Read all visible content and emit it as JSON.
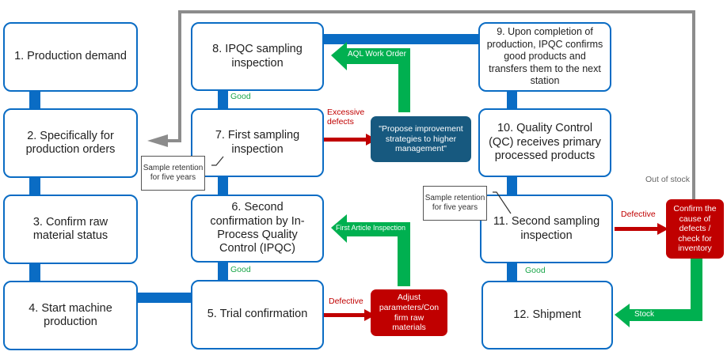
{
  "diagram": {
    "steps": [
      {
        "id": 1,
        "text": "1. Production demand"
      },
      {
        "id": 2,
        "text": "2. Specifically for production orders"
      },
      {
        "id": 3,
        "text": "3. Confirm raw material status"
      },
      {
        "id": 4,
        "text": "4. Start machine production"
      },
      {
        "id": 5,
        "text": "5. Trial confirmation"
      },
      {
        "id": 6,
        "text": "6. Second confirmation by In-Process Quality Control (IPQC)"
      },
      {
        "id": 7,
        "text": "7. First sampling inspection"
      },
      {
        "id": 8,
        "text": "8. IPQC sampling inspection"
      },
      {
        "id": 9,
        "text": "9. Upon completion of production, IPQC confirms good products and transfers them to the next station"
      },
      {
        "id": 10,
        "text": "10. Quality Control (QC) receives primary processed products"
      },
      {
        "id": 11,
        "text": "11. Second sampling inspection"
      },
      {
        "id": 12,
        "text": "12. Shipment"
      }
    ],
    "actions": {
      "improve": "\"Propose improvement strategies to higher management\"",
      "adjust": "Adjust parameters/Con firm raw materials",
      "confirm_cause": "Confirm the cause of defects / check for inventory"
    },
    "notes": {
      "retention_1": "Sample retention for five years",
      "retention_2": "Sample retention for five years"
    },
    "labels": {
      "good_8_7": "Good",
      "good_6_5": "Good",
      "good_11_12": "Good",
      "excessive_defects": "Excessive defects",
      "defective_5": "Defective",
      "defective_11": "Defective",
      "out_of_stock": "Out of stock"
    },
    "arrow_labels": {
      "aql": "AQL Work Order",
      "first_article": "First Article Inspection",
      "stock": "Stock"
    },
    "colors": {
      "flow_blue": "#0a6cc4",
      "defect_red": "#c00000",
      "good_green": "#00b050",
      "teal": "#17597f",
      "loop_gray": "#8c8c8c"
    }
  }
}
